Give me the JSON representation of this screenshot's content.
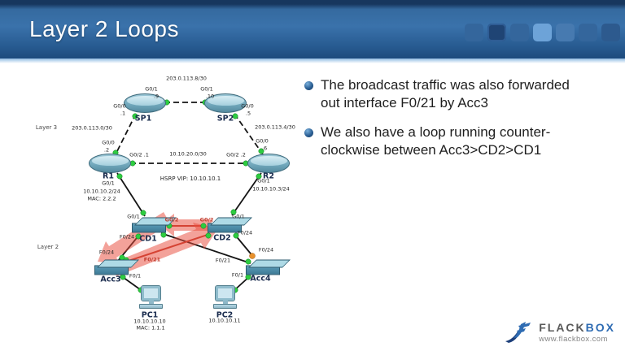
{
  "header": {
    "title": "Layer 2 Loops",
    "squares": [
      {
        "color": "#34669c"
      },
      {
        "color": "#1f4474",
        "border": "#2f5d95"
      },
      {
        "color": "#34669c"
      },
      {
        "color": "#6da3d8"
      },
      {
        "color": "#477ab0"
      },
      {
        "color": "#34669c"
      },
      {
        "color": "#2d5a8e"
      }
    ]
  },
  "bullets": [
    {
      "text": "The broadcast traffic was also forwarded out interface F0/21 by Acc3"
    },
    {
      "text": "We also have a loop running counter-clockwise between Acc3>CD2>CD1"
    }
  ],
  "diagram": {
    "zones": {
      "layer3": "Layer 3",
      "layer2": "Layer 2"
    },
    "names": {
      "sp1": "SP1",
      "sp2": "SP2",
      "r1": "R1",
      "r2": "R2",
      "cd1": "CD1",
      "cd2": "CD2",
      "acc3": "Acc3",
      "acc4": "Acc4",
      "pc1": "PC1",
      "pc2": "PC2"
    },
    "labels": {
      "net_sp": "203.0.113.8/30",
      "sp1_g01": "G0/1",
      "sp1_g01_ip": ".9",
      "sp2_g01": "G0/1",
      "sp2_g01_ip": ".10",
      "sp1_g00": "G0/0",
      "sp1_g00_ip": ".1",
      "sp2_g00": "G0/0",
      "sp2_g00_ip": ".5",
      "net_sp1_r1": "203.0.113.0/30",
      "net_sp2_r2": "203.0.113.4/30",
      "r1_g00": "G0/0",
      "r1_g00_ip": ".2",
      "r2_g00": "G0/0",
      "r2_g00_ip": ".6",
      "r1_g02": "G0/2  .1",
      "net_r1_r2": "10.10.20.0/30",
      "r2_g02": "G0/2  .2",
      "hsrp": "HSRP VIP: 10.10.10.1",
      "r1_g01": "G0/1",
      "r1_ip": "10.10.10.2/24",
      "r1_mac": "MAC: 2.2.2",
      "r2_g01": "G0/1",
      "r2_ip": "10.10.10.3/24",
      "cd1_g01": "G0/1",
      "cd1_g02": "G0/2",
      "cd2_g02": "G0/2",
      "cd2_g01": "G0/1",
      "cd1_f024": "F0/24",
      "cd2_f024": "F0/24",
      "acc3_f024": "F0/24",
      "acc4_f024": "F0/24",
      "f021_red": "F0/21",
      "f021_black": "F0/21",
      "acc3_f01": "F0/1",
      "acc4_f01": "F0/1",
      "pc1_ip": "10.10.10.10",
      "pc1_mac": "MAC: 1.1.1",
      "pc2_ip": "10.10.10.11"
    }
  },
  "colors": {
    "port_up": "#2ecc40",
    "port_blocked": "#e8912d",
    "loop_link": "#c0392b",
    "loop_arrow": "#e84c3d",
    "accent_blue": "#2f6cb3"
  },
  "footer": {
    "brand_primary": "FLACK",
    "brand_secondary": "BOX",
    "url": "www.flackbox.com"
  }
}
